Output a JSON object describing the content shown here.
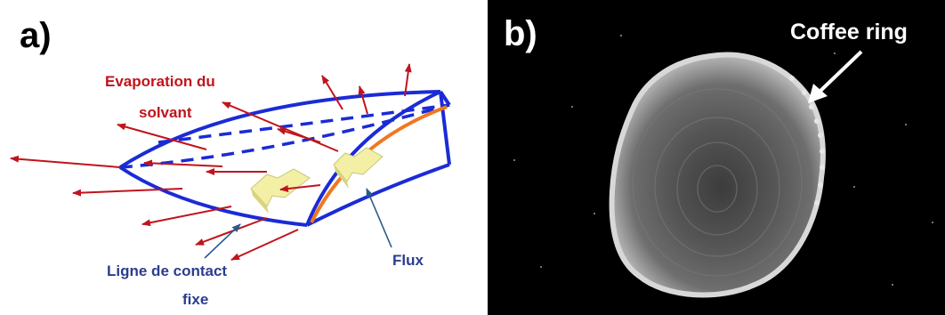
{
  "panel_a": {
    "letter": "a)",
    "evaporation_line1": "Evaporation du",
    "evaporation_line2": "solvant",
    "contact_line1": "Ligne de contact",
    "contact_line2": "fixe",
    "flux_label": "Flux",
    "colors": {
      "outline": "#1a2bd6",
      "arrows": "#c0141c",
      "flow_curve": "#f07820",
      "flow_arrows": "#f3f0a6"
    }
  },
  "panel_b": {
    "letter": "b)",
    "coffee_ring_label": "Coffee ring",
    "colors": {
      "background": "#000000",
      "droplet_edge": "#cfcfcf",
      "droplet_center": "#4a4a4a"
    }
  }
}
